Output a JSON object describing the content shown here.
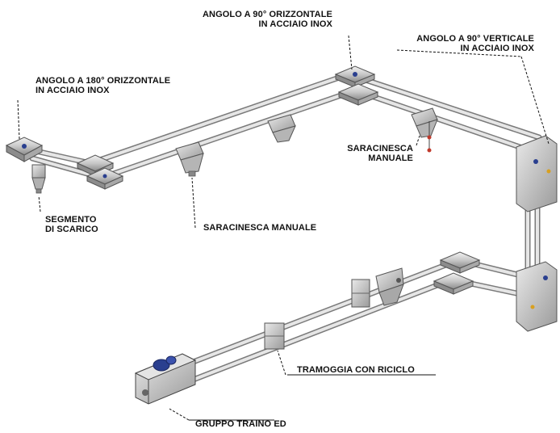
{
  "labels": {
    "angolo_90_orizzontale": {
      "line1": "ANGOLO A 90° ORIZZONTALE",
      "line2": "IN ACCIAIO INOX"
    },
    "angolo_90_verticale": {
      "line1": "ANGOLO A 90° VERTICALE",
      "line2": "IN ACCIAIO INOX"
    },
    "angolo_180_orizzontale": {
      "line1": "ANGOLO A 180° ORIZZONTALE",
      "line2": "IN ACCIAIO INOX"
    },
    "saracinesca_manuale_right": {
      "line1": "SARACINESCA",
      "line2": "MANUALE"
    },
    "segmento_scarico": {
      "line1": "SEGMENTO",
      "line2": "DI SCARICO"
    },
    "saracinesca_manuale_center": {
      "line1": "SARACINESCA MANUALE"
    },
    "tramoggia": {
      "line1": "TRAMOGGIA CON RICICLO"
    },
    "gruppo_traino": {
      "line1": "GRUPPO TRAINO ED"
    }
  },
  "colors": {
    "tube_light": "#e6e6e6",
    "tube_dark": "#7a7a7a",
    "metal": "#c9c9c9",
    "motor_blue": "#2a3f8f",
    "leader": "#111111"
  }
}
